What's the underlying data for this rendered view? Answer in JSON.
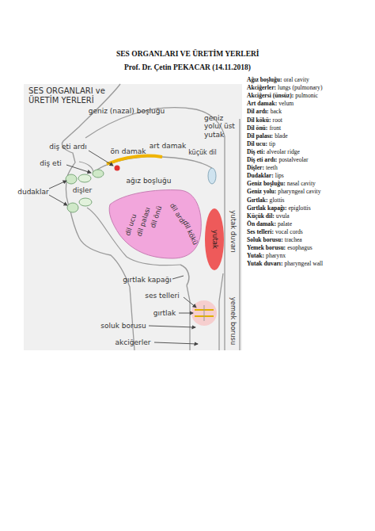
{
  "diagram": {
    "title": "SES ORGANLARI VE ÜRETİM YERLERİ",
    "nodes": [
      {
        "text": [
          "dil ucu",
          "dil palası",
          "dil önü",
          "dil ardı",
          "dil kökü"
        ]
      },
      {
        "text": [
          "yutak"
        ]
      }
    ],
    "labels": [
      "SES ORGANLARI ve ÜRETİM YERLERİ",
      "geniz yolu/ üst yutak",
      "geniz (nazal) boşluğu",
      "art damak",
      "diş eti ardı",
      "ön damak",
      "küçük dil",
      "diş eti",
      "ağız boşluğu",
      "dudaklar",
      "dişler",
      "yutak duvarı",
      "gırtlak kapağı",
      "yemek borusu",
      "ses telleri",
      "gırtlak",
      "soluk borusu",
      "akciğerler",
      "Prof. Dr. Çetin PEKACAR (14.11.2018)",
      "Ağız boşluğu:",
      "oral cavity",
      "Akciğerler:",
      "lungs (pulmonary)",
      "Akciğersi (ünsüz):",
      "pulmonic",
      "Art damak:",
      "velum",
      "Dil ardı:",
      "back",
      "Dil kökü:",
      "root",
      "Dil önü:",
      "front",
      "Dil palası:",
      "blade",
      "Dil ucu:",
      "tip",
      "Diş eti:",
      "alveolar ridge",
      "Diş eti ardı:",
      "postalveolar",
      "Dişler:",
      "teeth",
      "Dudaklar:",
      "lips",
      "Geniz boşluğu:",
      "nasal cavity",
      "Geniz yolu:",
      "pharyngeal cavity",
      "Gırtlak:",
      "glottis",
      "Gırtlak kapağı:",
      "epiglottis",
      "Küçük dil:",
      "uvula",
      "Ön damak:",
      "palate",
      "Ses telleri:",
      "vocal cords",
      "Soluk borusu:",
      "trachea",
      "Yemek borusu:",
      "esophagus",
      "Yutak:",
      "pharynx",
      "Yutak duvarı:",
      "pharyngeal wall"
    ]
  }
}
